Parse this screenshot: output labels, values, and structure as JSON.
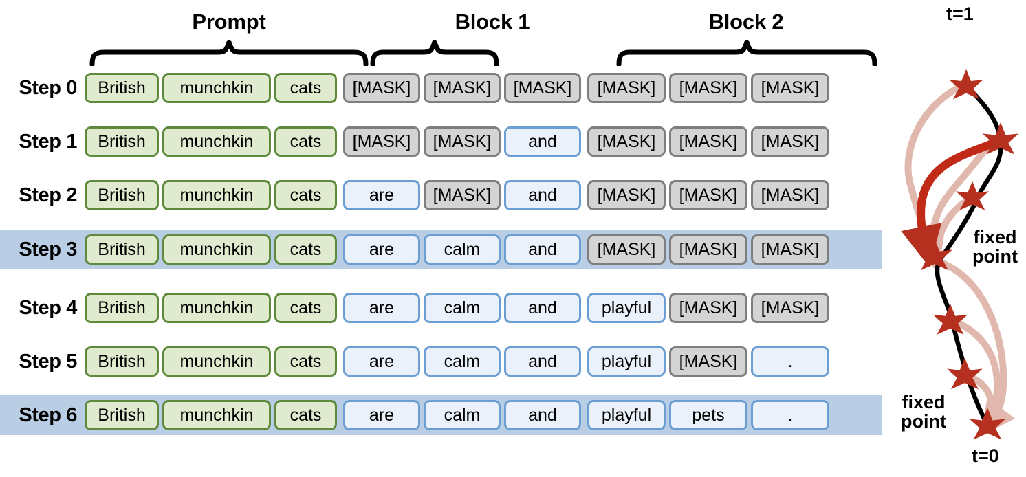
{
  "figure": {
    "groups": [
      {
        "id": "prompt",
        "label": "Prompt"
      },
      {
        "id": "block1",
        "label": "Block 1"
      },
      {
        "id": "block2",
        "label": "Block 2"
      }
    ],
    "columns": [
      {
        "index": 0,
        "group": "prompt"
      },
      {
        "index": 1,
        "group": "prompt"
      },
      {
        "index": 2,
        "group": "prompt"
      },
      {
        "index": 3,
        "group": "block1"
      },
      {
        "index": 4,
        "group": "block1"
      },
      {
        "index": 5,
        "group": "block1"
      },
      {
        "index": 6,
        "group": "block2"
      },
      {
        "index": 7,
        "group": "block2"
      },
      {
        "index": 8,
        "group": "block2"
      }
    ],
    "mask_token": "[MASK]",
    "rows": [
      {
        "label": "Step 0",
        "highlighted": false,
        "cells": [
          {
            "text": "British",
            "kind": "prompt"
          },
          {
            "text": "munchkin",
            "kind": "prompt"
          },
          {
            "text": "cats",
            "kind": "prompt"
          },
          {
            "text": "[MASK]",
            "kind": "mask"
          },
          {
            "text": "[MASK]",
            "kind": "mask"
          },
          {
            "text": "[MASK]",
            "kind": "mask"
          },
          {
            "text": "[MASK]",
            "kind": "mask"
          },
          {
            "text": "[MASK]",
            "kind": "mask"
          },
          {
            "text": "[MASK]",
            "kind": "mask"
          }
        ]
      },
      {
        "label": "Step 1",
        "highlighted": false,
        "cells": [
          {
            "text": "British",
            "kind": "prompt"
          },
          {
            "text": "munchkin",
            "kind": "prompt"
          },
          {
            "text": "cats",
            "kind": "prompt"
          },
          {
            "text": "[MASK]",
            "kind": "mask"
          },
          {
            "text": "[MASK]",
            "kind": "mask"
          },
          {
            "text": "and",
            "kind": "gen"
          },
          {
            "text": "[MASK]",
            "kind": "mask"
          },
          {
            "text": "[MASK]",
            "kind": "mask"
          },
          {
            "text": "[MASK]",
            "kind": "mask"
          }
        ]
      },
      {
        "label": "Step 2",
        "highlighted": false,
        "cells": [
          {
            "text": "British",
            "kind": "prompt"
          },
          {
            "text": "munchkin",
            "kind": "prompt"
          },
          {
            "text": "cats",
            "kind": "prompt"
          },
          {
            "text": "are",
            "kind": "gen"
          },
          {
            "text": "[MASK]",
            "kind": "mask"
          },
          {
            "text": "and",
            "kind": "gen"
          },
          {
            "text": "[MASK]",
            "kind": "mask"
          },
          {
            "text": "[MASK]",
            "kind": "mask"
          },
          {
            "text": "[MASK]",
            "kind": "mask"
          }
        ]
      },
      {
        "label": "Step 3",
        "highlighted": true,
        "cells": [
          {
            "text": "British",
            "kind": "prompt"
          },
          {
            "text": "munchkin",
            "kind": "prompt"
          },
          {
            "text": "cats",
            "kind": "prompt"
          },
          {
            "text": "are",
            "kind": "gen"
          },
          {
            "text": "calm",
            "kind": "gen"
          },
          {
            "text": "and",
            "kind": "gen"
          },
          {
            "text": "[MASK]",
            "kind": "mask"
          },
          {
            "text": "[MASK]",
            "kind": "mask"
          },
          {
            "text": "[MASK]",
            "kind": "mask"
          }
        ]
      },
      {
        "label": "Step 4",
        "highlighted": false,
        "cells": [
          {
            "text": "British",
            "kind": "prompt"
          },
          {
            "text": "munchkin",
            "kind": "prompt"
          },
          {
            "text": "cats",
            "kind": "prompt"
          },
          {
            "text": "are",
            "kind": "gen"
          },
          {
            "text": "calm",
            "kind": "gen"
          },
          {
            "text": "and",
            "kind": "gen"
          },
          {
            "text": "playful",
            "kind": "gen"
          },
          {
            "text": "[MASK]",
            "kind": "mask"
          },
          {
            "text": "[MASK]",
            "kind": "mask"
          }
        ]
      },
      {
        "label": "Step 5",
        "highlighted": false,
        "cells": [
          {
            "text": "British",
            "kind": "prompt"
          },
          {
            "text": "munchkin",
            "kind": "prompt"
          },
          {
            "text": "cats",
            "kind": "prompt"
          },
          {
            "text": "are",
            "kind": "gen"
          },
          {
            "text": "calm",
            "kind": "gen"
          },
          {
            "text": "and",
            "kind": "gen"
          },
          {
            "text": "playful",
            "kind": "gen"
          },
          {
            "text": "[MASK]",
            "kind": "mask"
          },
          {
            "text": ".",
            "kind": "gen"
          }
        ]
      },
      {
        "label": "Step 6",
        "highlighted": true,
        "cells": [
          {
            "text": "British",
            "kind": "prompt"
          },
          {
            "text": "munchkin",
            "kind": "prompt"
          },
          {
            "text": "cats",
            "kind": "prompt"
          },
          {
            "text": "are",
            "kind": "gen"
          },
          {
            "text": "calm",
            "kind": "gen"
          },
          {
            "text": "and",
            "kind": "gen"
          },
          {
            "text": "playful",
            "kind": "gen"
          },
          {
            "text": "pets",
            "kind": "gen"
          },
          {
            "text": ".",
            "kind": "gen"
          }
        ]
      }
    ]
  },
  "trajectory": {
    "labels": {
      "t_start": "t=1",
      "t_end": "t=0",
      "fixed_point_upper": "fixed point",
      "fixed_point_lower": "fixed point"
    },
    "colors": {
      "star": "#b5301f",
      "main_path": "#000000",
      "shortcut_strong": "#c02a17",
      "shortcut_faded": "#e0b8ae",
      "highlight_band": "#b9cde4",
      "prompt_fill": "#dfeace",
      "prompt_border": "#5d8a3c",
      "mask_fill": "#d4d4d4",
      "mask_border": "#7e7e7e",
      "generated_fill": "#eaf1fa",
      "generated_border": "#6b9fd4"
    },
    "star_count": 7
  }
}
